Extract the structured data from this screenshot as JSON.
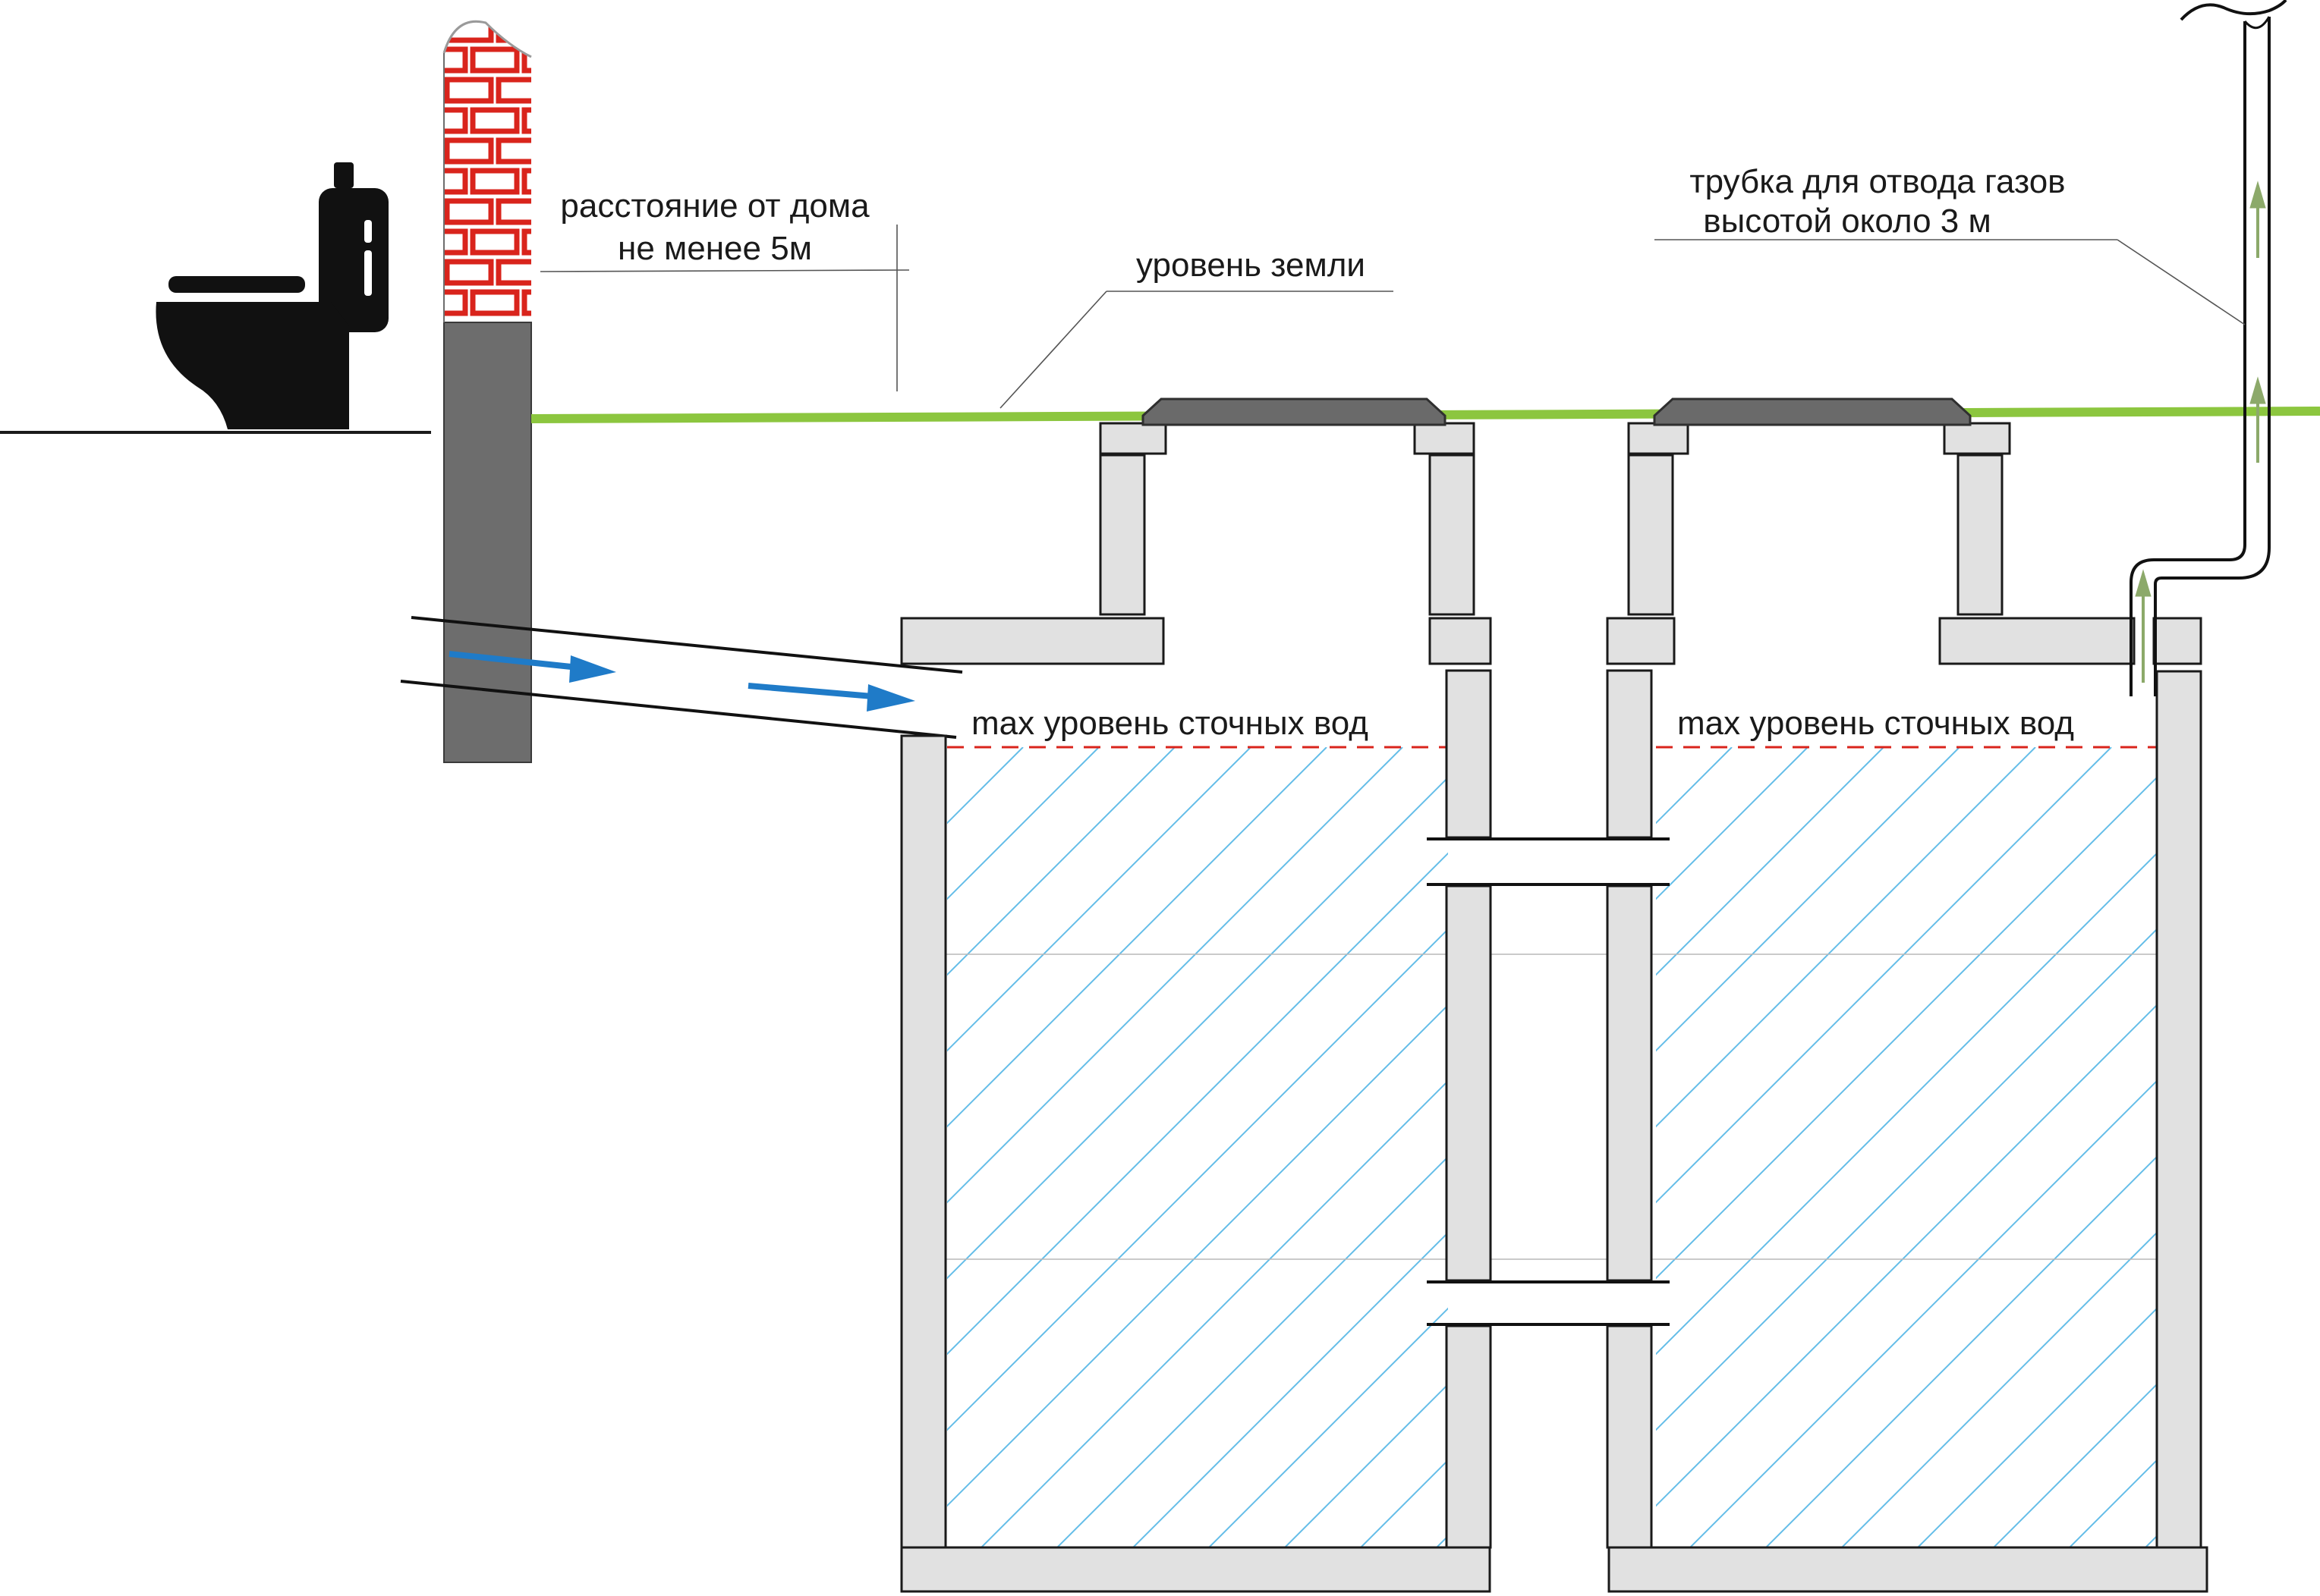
{
  "labels": {
    "distance_line1": "расстояние от дома",
    "distance_line2": "не менее 5м",
    "ground_level": "уровень земли",
    "gas_pipe_line1": "трубка для отвода газов",
    "gas_pipe_line2": "высотой около 3 м",
    "max_level_left": "max уровень сточных вод",
    "max_level_right": "max уровень сточных вод"
  },
  "icons": {
    "toilet": "toilet-icon",
    "flow_arrow": "flow-arrow-icon",
    "gas_arrow": "gas-arrow-icon"
  },
  "colors": {
    "ground_line": "#8cc63f",
    "flow_arrow": "#1f7bc8",
    "water_hatch": "#64bde8",
    "max_level_line": "#d9241c",
    "brick": "#d9241c",
    "gas_arrow": "#8ca96a",
    "concrete": "#e1e1e1"
  }
}
